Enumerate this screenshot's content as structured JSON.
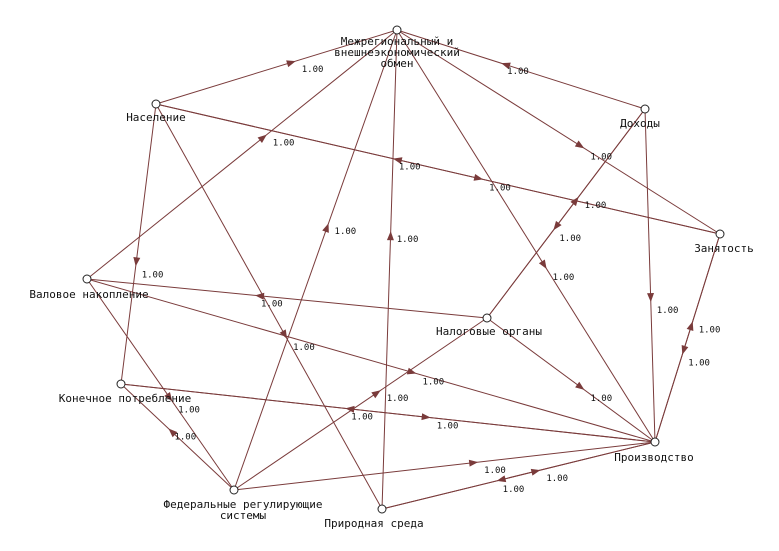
{
  "colors": {
    "edge": "#7a3b3b",
    "arrow": "#7a3b3b",
    "node_fill": "#ffffff",
    "node_stroke": "#222222",
    "background": "#ffffff"
  },
  "nodes": [
    {
      "id": "exchange",
      "label_lines": [
        "Межрегиональный и",
        "внешнеэкономический",
        "обмен"
      ]
    },
    {
      "id": "population",
      "label_lines": [
        "Население"
      ]
    },
    {
      "id": "income",
      "label_lines": [
        "Доходы"
      ]
    },
    {
      "id": "employment",
      "label_lines": [
        "Занятость"
      ]
    },
    {
      "id": "accumulation",
      "label_lines": [
        "Валовое накопление"
      ]
    },
    {
      "id": "tax",
      "label_lines": [
        "Налоговые органы"
      ]
    },
    {
      "id": "consumption",
      "label_lines": [
        "Конечное потребление"
      ]
    },
    {
      "id": "production",
      "label_lines": [
        "Производство"
      ]
    },
    {
      "id": "federal",
      "label_lines": [
        "Федеральные регулирующие",
        "системы"
      ]
    },
    {
      "id": "nature",
      "label_lines": [
        "Природная среда"
      ]
    }
  ],
  "edges": [
    {
      "from": "population",
      "to": "exchange",
      "weight": "1.00"
    },
    {
      "from": "income",
      "to": "exchange",
      "weight": "1.00"
    },
    {
      "from": "exchange",
      "to": "employment",
      "weight": "1.00"
    },
    {
      "from": "employment",
      "to": "population",
      "weight": "1.00"
    },
    {
      "from": "population",
      "to": "employment",
      "weight": "1.00"
    },
    {
      "from": "population",
      "to": "consumption",
      "weight": "1.00"
    },
    {
      "from": "accumulation",
      "to": "exchange",
      "weight": "1.00"
    },
    {
      "from": "income",
      "to": "tax",
      "weight": "1.00"
    },
    {
      "from": "income",
      "to": "production",
      "weight": "1.00"
    },
    {
      "from": "tax",
      "to": "income",
      "weight": "1.00"
    },
    {
      "from": "exchange",
      "to": "production",
      "weight": "1.00"
    },
    {
      "from": "production",
      "to": "employment",
      "weight": "1.00"
    },
    {
      "from": "employment",
      "to": "production",
      "weight": "1.00"
    },
    {
      "from": "tax",
      "to": "accumulation",
      "weight": "1.00"
    },
    {
      "from": "population",
      "to": "nature",
      "weight": "1.00"
    },
    {
      "from": "federal",
      "to": "exchange",
      "weight": "1.00"
    },
    {
      "from": "nature",
      "to": "exchange",
      "weight": "1.00"
    },
    {
      "from": "federal",
      "to": "tax",
      "weight": "1.00"
    },
    {
      "from": "accumulation",
      "to": "production",
      "weight": "1.00"
    },
    {
      "from": "consumption",
      "to": "production",
      "weight": "1.00"
    },
    {
      "from": "production",
      "to": "consumption",
      "weight": "1.00"
    },
    {
      "from": "tax",
      "to": "production",
      "weight": "1.00"
    },
    {
      "from": "accumulation",
      "to": "federal",
      "weight": "1.00"
    },
    {
      "from": "federal",
      "to": "consumption",
      "weight": "1.00"
    },
    {
      "from": "federal",
      "to": "production",
      "weight": "1.00"
    },
    {
      "from": "nature",
      "to": "production",
      "weight": "1.00"
    },
    {
      "from": "production",
      "to": "nature",
      "weight": "1.00"
    }
  ]
}
